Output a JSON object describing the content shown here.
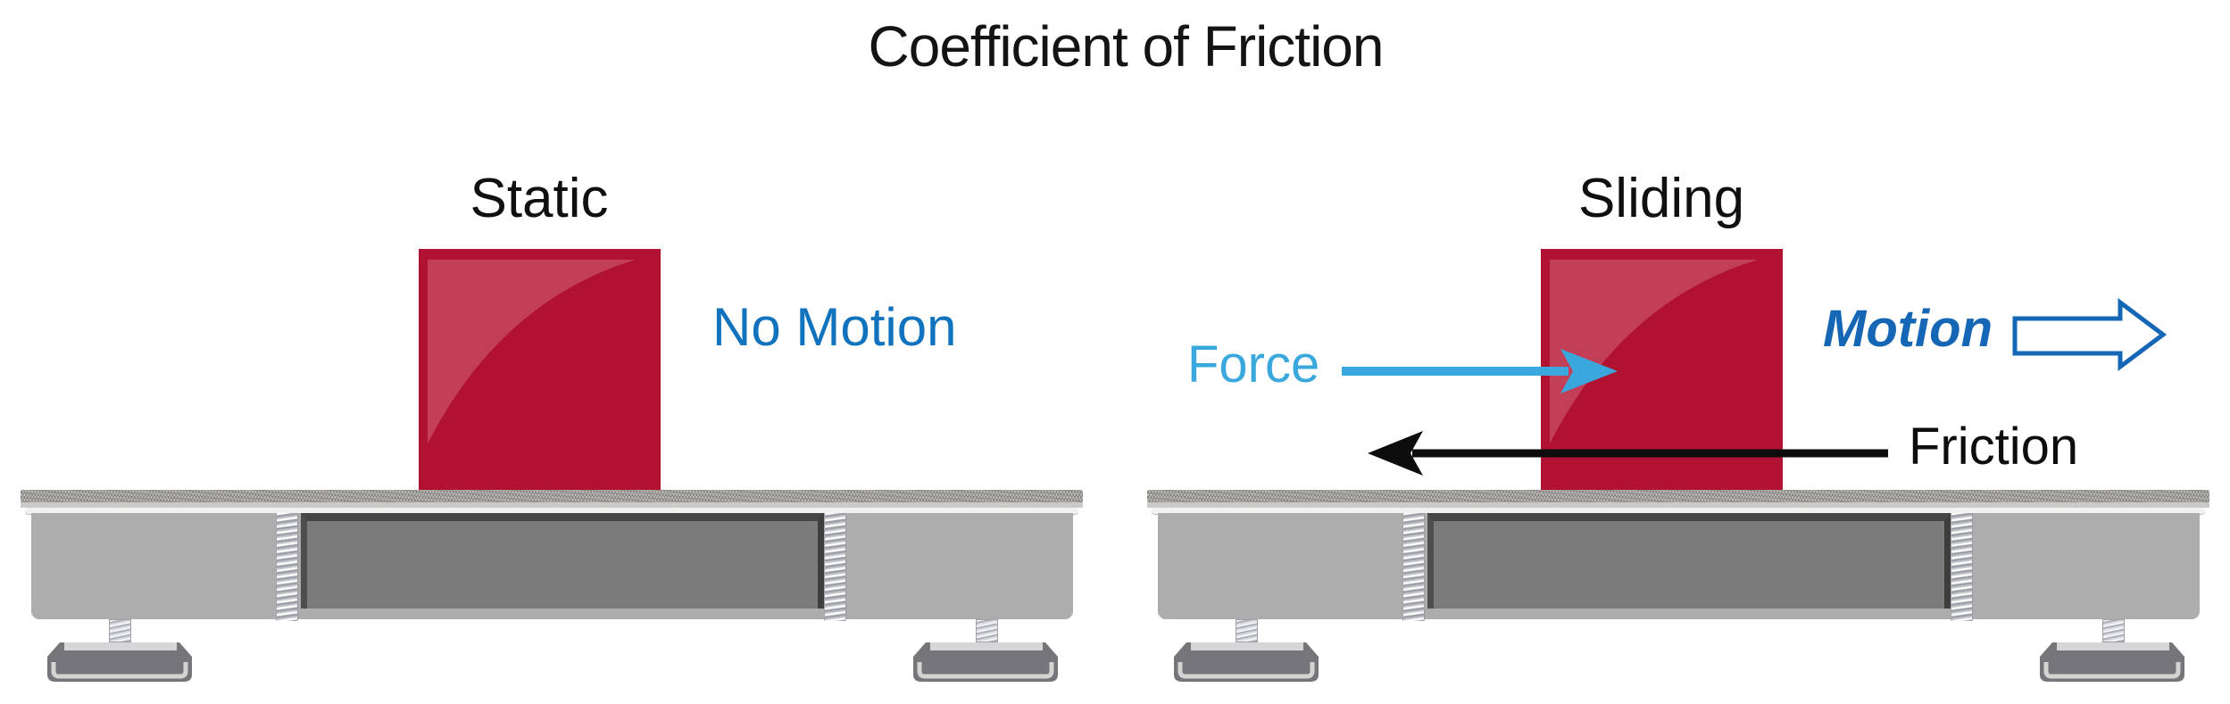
{
  "title": "Coefficient of Friction",
  "left_panel": {
    "heading": "Static",
    "status_label": "No Motion"
  },
  "right_panel": {
    "heading": "Sliding",
    "force_label": "Force",
    "motion_label": "Motion",
    "friction_label": "Friction"
  },
  "colors": {
    "block_red": "#B11231",
    "block_gloss": "#C23F57",
    "force_blue": "#3AA8DC",
    "motion_blue": "#1567B5",
    "no_motion_blue": "#1172BE",
    "friction_black": "#0D0D0D",
    "table_body_gray": "#ADADAD",
    "table_panel_gray": "#7B7B7B"
  }
}
